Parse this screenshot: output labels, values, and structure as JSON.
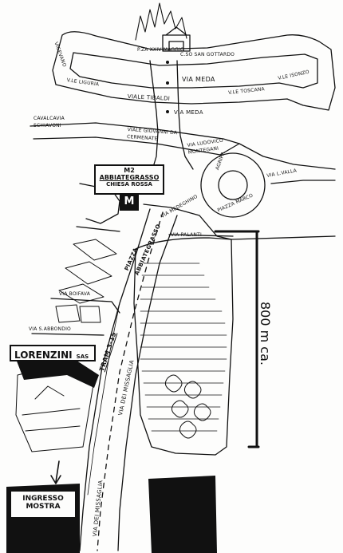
{
  "streets": {
    "p_xxiv_maggio": "P.za XXIV Maggio",
    "c_so_san_gottardo": "C.so San Gottardo",
    "via_meda_top": "VIA MEDA",
    "via_meda_low": "via MEDA",
    "viale_tibaldi": "VIALE TIBALDI",
    "v_le_liguria": "V.LE LIGURIA",
    "v_le_toscana": "V.LE TOSCANA",
    "v_le_isonzo": "V.LE ISONZO",
    "vigevano": "VIGEVANO",
    "cavalcavia": "CAVALCAVIA SCHIAVONI",
    "viale_giovanni": "VIALE GIOVANNI DA CERMENATE",
    "via_montegani": "VIA LUDOVICO MONTEGANI",
    "via_agrippa": "AGRIPP.",
    "via_l_valla": "VIA L.VALLA",
    "piazza_marco": "PIAZZA MARCO",
    "via_medeghino": "VIA MEDEGHINO",
    "piazza_abbiategrasso": "PIAZZA ABBIATEGRASSO",
    "via_palanti": "VIA PALANTI",
    "via_boifava": "VIA BOIFAVA",
    "via_s_abbondio": "VIA S.ABBONDIO",
    "tram": "TRAM 3-15",
    "via_dei_missaglia_1": "VIA DEI MISSAGLIA",
    "via_dei_missaglia_2": "VIA DEI MISSAGLIA"
  },
  "metro": {
    "line": "M2",
    "station": "ABBIATEGRASSO",
    "station2": "CHIESA ROSSA",
    "logo_letter": "M"
  },
  "lorenzini": {
    "name": "LORENZINI",
    "suffix": "SAS"
  },
  "entrance": {
    "line1": "INGRESSO",
    "line2": "MOSTRA"
  },
  "scale": {
    "label": "800 m ca."
  },
  "colors": {
    "ink": "#111111",
    "paper": "#fdfdfc"
  }
}
